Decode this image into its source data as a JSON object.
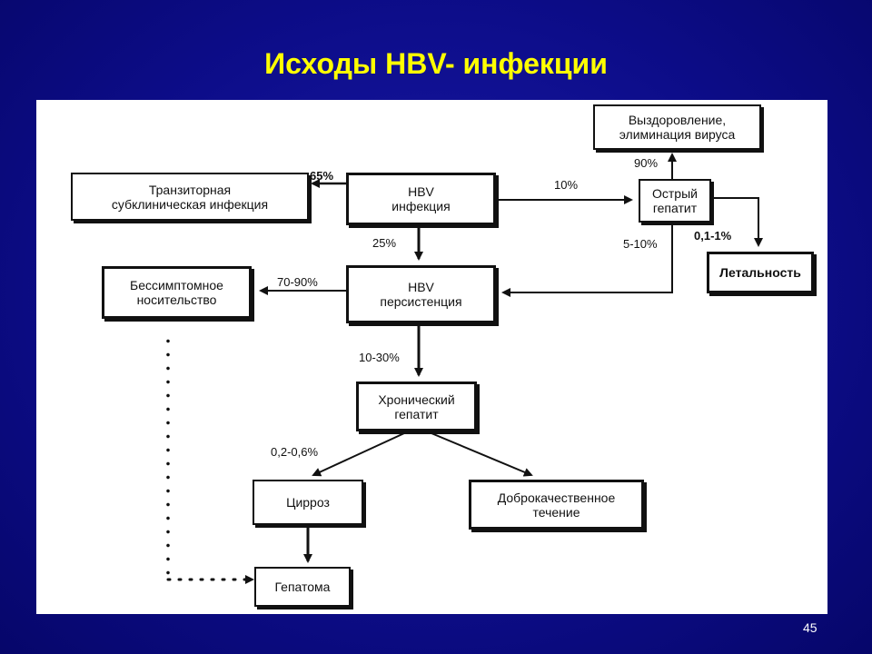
{
  "slide": {
    "title": "Исходы HBV- инфекции",
    "page_number": "45"
  },
  "diagram": {
    "nodes": {
      "hbv_infection": [
        "HBV",
        "инфекция"
      ],
      "transient": [
        "Транзиторная",
        "субклиническая инфекция"
      ],
      "acute_hepatitis": [
        "Острый",
        "гепатит"
      ],
      "recovery": [
        "Выздоровление,",
        "элиминация вируса"
      ],
      "lethality": [
        "Летальность"
      ],
      "persistence": [
        "HBV",
        "персистенция"
      ],
      "carrier": [
        "Бессимптомное",
        "носительство"
      ],
      "chronic_hepatitis": [
        "Хронический",
        "гепатит"
      ],
      "cirrhosis": [
        "Цирроз"
      ],
      "benign_course": [
        "Доброкачественное",
        "течение"
      ],
      "hepatoma": [
        "Гепатома"
      ]
    },
    "edge_labels": {
      "to_transient": "65%",
      "to_acute": "10%",
      "to_persistence": "25%",
      "acute_to_recovery": "90%",
      "acute_to_lethality": "0,1-1%",
      "acute_to_persistence": "5-10%",
      "to_carrier": "70-90%",
      "to_chronic": "10-30%",
      "to_cirrhosis": "0,2-0,6%"
    }
  }
}
